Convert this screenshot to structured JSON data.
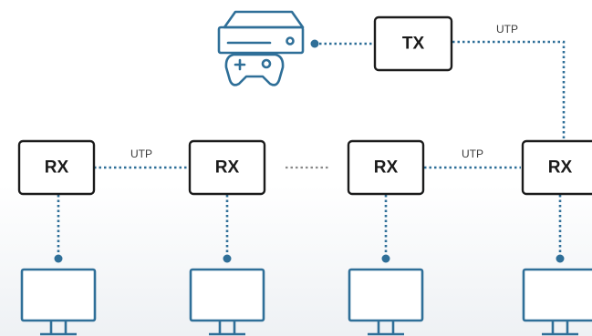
{
  "diagram": {
    "source_device": {
      "icon": "game-console-icon"
    },
    "transmitter": {
      "label": "TX"
    },
    "receivers": [
      {
        "label": "RX"
      },
      {
        "label": "RX"
      },
      {
        "label": "RX"
      },
      {
        "label": "RX"
      }
    ],
    "displays": [
      {
        "icon": "monitor-icon"
      },
      {
        "icon": "monitor-icon"
      },
      {
        "icon": "monitor-icon"
      },
      {
        "icon": "monitor-icon"
      }
    ],
    "cable_labels": {
      "tx_to_rx": "UTP",
      "rx1_to_rx2": "UTP",
      "rx3_to_rx4": "UTP"
    },
    "colors": {
      "line": "#2f6f98",
      "box_border": "#1b1b1b",
      "icon_stroke": "#2f6f98",
      "gap_dots": "#8a8a8a"
    }
  }
}
